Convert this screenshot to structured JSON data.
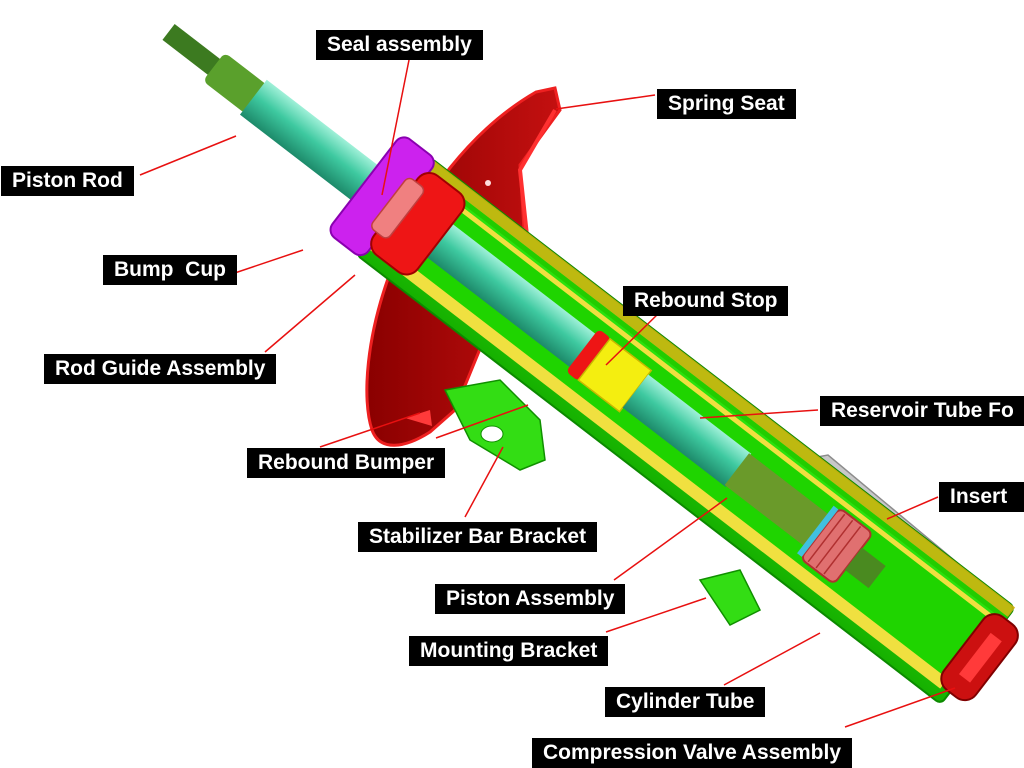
{
  "labels": {
    "seal_assembly": "Seal assembly",
    "spring_seat": "Spring Seat",
    "piston_rod": "Piston Rod",
    "bump_cup": "Bump  Cup",
    "rebound_stop": "Rebound Stop",
    "rod_guide_assembly": "Rod Guide Assembly",
    "reservoir_tube": "Reservoir Tube Fo",
    "rebound_bumper": "Rebound Bumper",
    "insert": "Insert",
    "stabilizer_bar_bracket": "Stabilizer Bar Bracket",
    "piston_assembly": "Piston Assembly",
    "mounting_bracket": "Mounting Bracket",
    "cylinder_tube": "Cylinder Tube",
    "compression_valve_assembly": "Compression Valve Assembly"
  },
  "colors": {
    "leader_line": "#e81010",
    "label_background": "#000000",
    "label_text": "#ffffff",
    "piston_rod": "#40c8a0",
    "reservoir_tube": "#22dd00",
    "cylinder_tube": "#f0e040",
    "spring_seat": "#b00000",
    "seal": "#ee1515",
    "bump_cup": "#cc22ee",
    "rebound_stop": "#f4ee10",
    "insert": "#c8c8c8"
  }
}
